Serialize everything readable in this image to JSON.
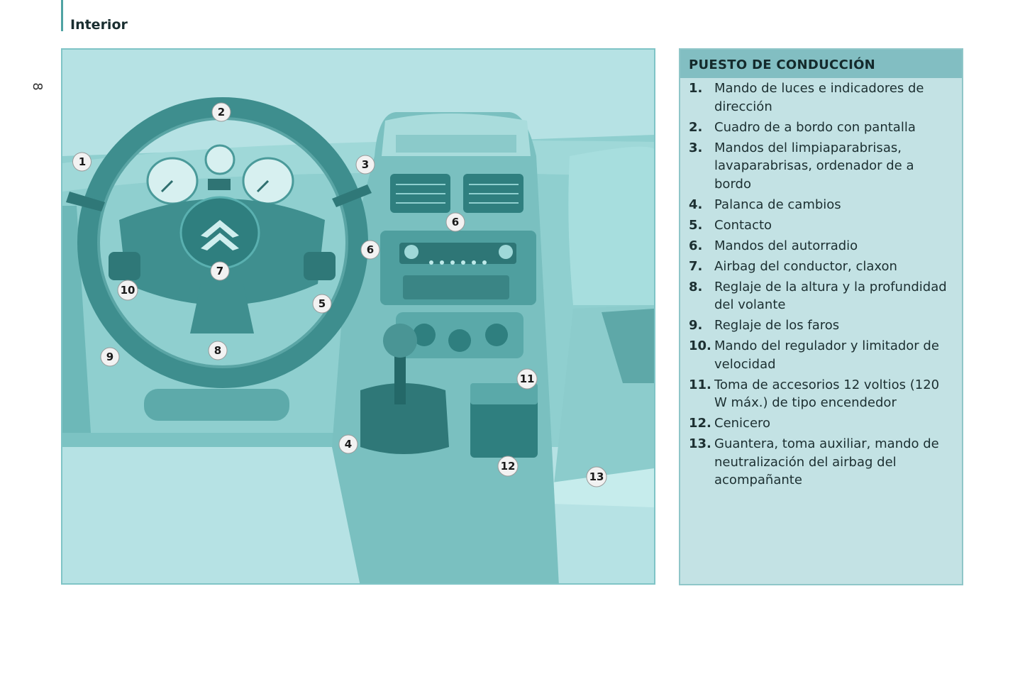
{
  "header": {
    "section_title": "Interior",
    "page_number": "8"
  },
  "illustration": {
    "callouts": [
      "1",
      "2",
      "3",
      "4",
      "5",
      "6",
      "6",
      "7",
      "8",
      "9",
      "10",
      "11",
      "12",
      "13"
    ]
  },
  "panel": {
    "title": "PUESTO DE CONDUCCIÓN",
    "items": [
      {
        "num": "1.",
        "text": "Mando de luces e indicadores de dirección"
      },
      {
        "num": "2.",
        "text": "Cuadro de a bordo con pantalla"
      },
      {
        "num": "3.",
        "text": "Mandos del limpiaparabrisas, lavaparabrisas, ordenador de a bordo"
      },
      {
        "num": "4.",
        "text": "Palanca de cambios"
      },
      {
        "num": "5.",
        "text": "Contacto"
      },
      {
        "num": "6.",
        "text": "Mandos del autorradio"
      },
      {
        "num": "7.",
        "text": "Airbag del conductor, claxon"
      },
      {
        "num": "8.",
        "text": "Reglaje de la altura y la profundidad del volante"
      },
      {
        "num": "9.",
        "text": "Reglaje de los faros"
      },
      {
        "num": "10.",
        "text": "Mando del regulador y limitador de velocidad"
      },
      {
        "num": "11.",
        "text": "Toma de accesorios 12 voltios (120 W máx.) de tipo encendedor"
      },
      {
        "num": "12.",
        "text": "Cenicero"
      },
      {
        "num": "13.",
        "text": "Guantera, toma auxiliar, mando de neutralización del airbag del acompañante"
      }
    ]
  },
  "colors": {
    "accent": "#4fa3a3",
    "illustration_bg": "#b6e2e4",
    "panel_bg": "#c3e2e4",
    "panel_header": "#82bec2"
  }
}
